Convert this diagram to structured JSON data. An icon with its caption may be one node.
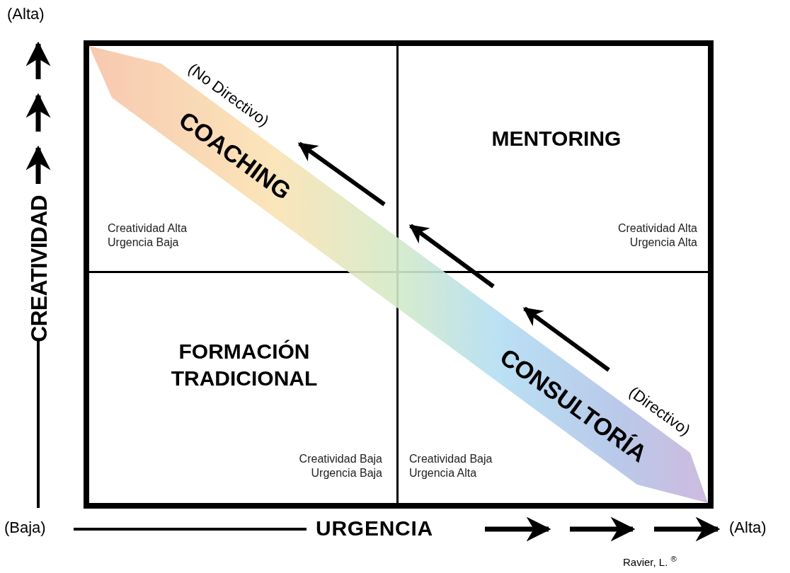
{
  "diagram": {
    "nodes": [
      {
        "text": [
          "COACHING",
          "CONSULTORÍA"
        ],
        "beside": [
          "(No Directivo)",
          "(Directivo)"
        ]
      }
    ],
    "labels": [
      "(Alta)",
      "MENTORING",
      "Creatividad Alta Urgencia Baja",
      "Creatividad Alta Urgencia Alta",
      "CREATIVIDAD",
      "FORMACIÓN TRADICIONAL",
      "Creatividad Baja Urgencia Baja",
      "Creatividad Baja Urgencia Alta",
      "(Baja)",
      "URGENCIA",
      "(Alta)",
      "Ravier, L. $^{®}$"
    ]
  }
}
